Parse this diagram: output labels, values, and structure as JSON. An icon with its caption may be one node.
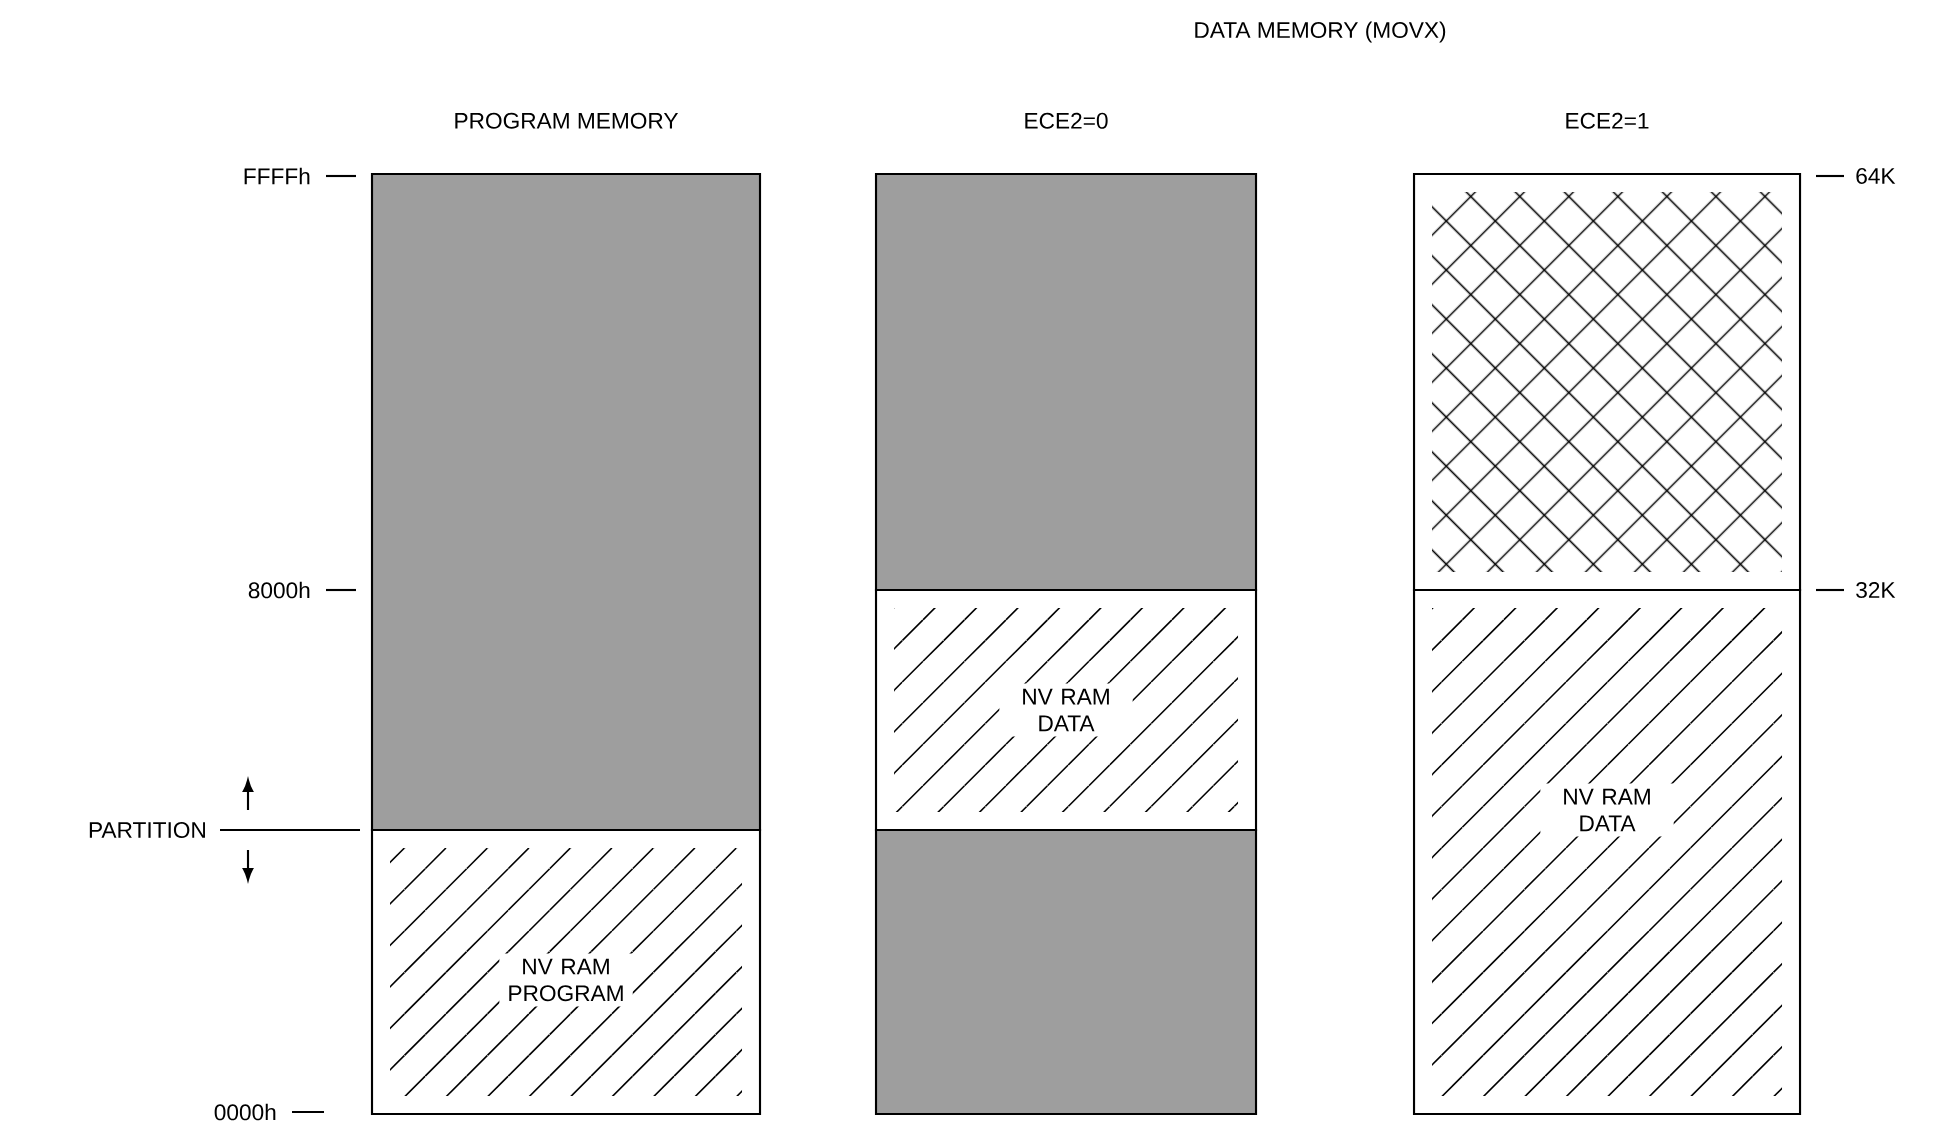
{
  "diagram": {
    "nodes": [
      {
        "text": [],
        "shape": "box",
        "beside": [
          "PROGRAM MEMORY"
        ]
      },
      {
        "text": [
          "NV RAM PROGRAM"
        ]
      },
      {
        "text": [],
        "shape": "box",
        "beside": [
          "ECE2=0"
        ]
      },
      {
        "text": [
          "NV RAM DATA"
        ]
      },
      {
        "text": [],
        "shape": "box"
      },
      {
        "text": [],
        "shape": "box",
        "beside": [
          "ECE2=1"
        ]
      },
      {
        "text": [
          "NV RAM DATA"
        ]
      }
    ],
    "labels": [
      "DATA MEMORY (MOVX)",
      "FFFFh",
      "64K",
      "8000h",
      "32K",
      "PARTITION",
      "0000h"
    ]
  }
}
